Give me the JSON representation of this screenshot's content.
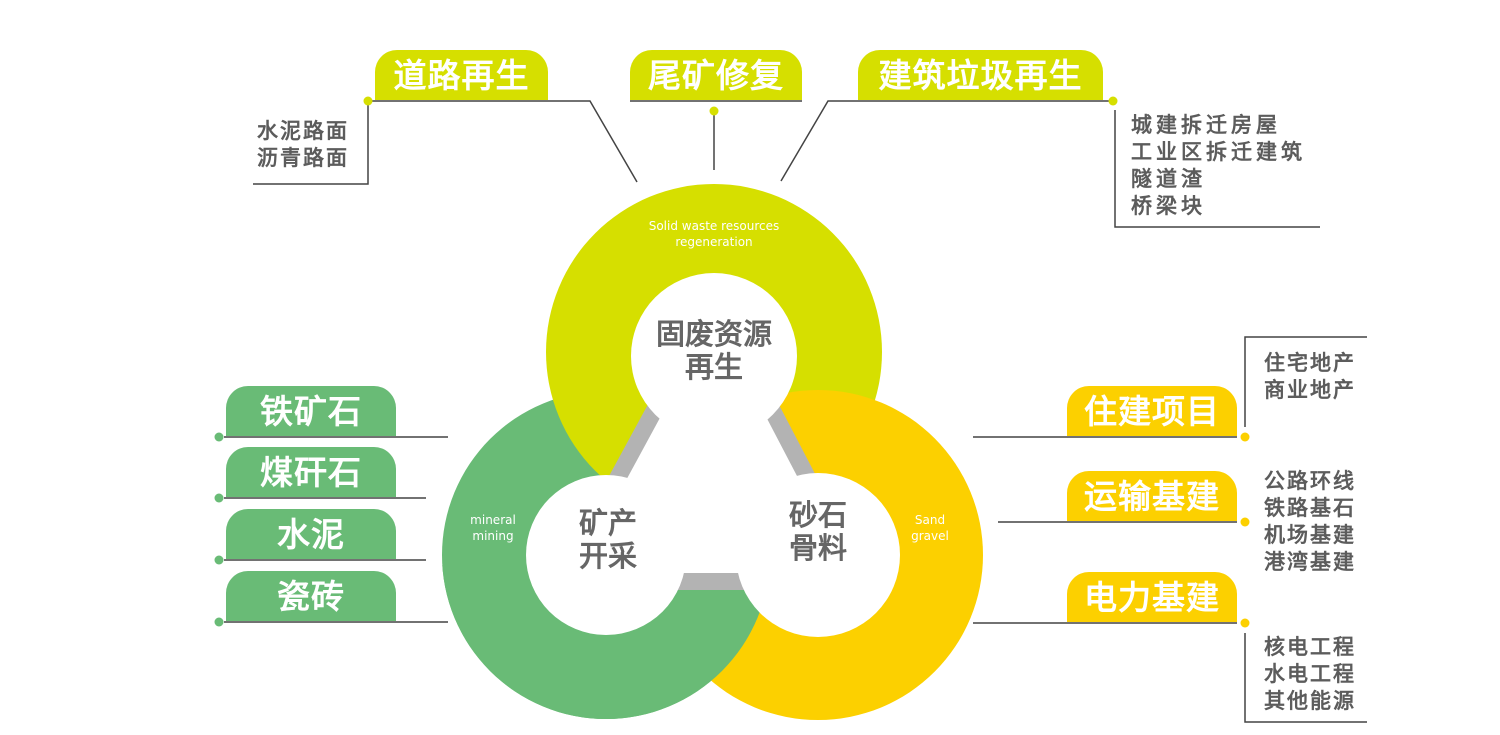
{
  "colors": {
    "lime": "#d6df00",
    "green": "#69bb76",
    "gold": "#fcd000",
    "connector": "#b3b3b3",
    "text": "#5c5c5c",
    "line": "#444444"
  },
  "rings": {
    "solid_waste": {
      "cn": "固废资源再生",
      "cn_line1": "固废资源",
      "cn_line2": "再生",
      "en_line1": "Solid waste resources",
      "en_line2": "regeneration"
    },
    "mineral": {
      "cn_line1": "矿产",
      "cn_line2": "开采",
      "en_line1": "mineral",
      "en_line2": "mining"
    },
    "sand": {
      "cn_line1": "砂石",
      "cn_line2": "骨料",
      "en_line1": "Sand",
      "en_line2": "gravel"
    }
  },
  "top_tabs": [
    {
      "label": "道路再生",
      "items": [
        "水泥路面",
        "沥青路面"
      ]
    },
    {
      "label": "尾矿修复",
      "items": []
    },
    {
      "label": "建筑垃圾再生",
      "items": [
        "城建拆迁房屋",
        "工业区拆迁建筑",
        "隧道渣",
        "桥梁块"
      ]
    }
  ],
  "left_tabs": [
    {
      "label": "铁矿石"
    },
    {
      "label": "煤矸石"
    },
    {
      "label": "水泥"
    },
    {
      "label": "瓷砖"
    }
  ],
  "right_tabs": [
    {
      "label": "住建项目",
      "items": [
        "住宅地产",
        "商业地产"
      ]
    },
    {
      "label": "运输基建",
      "items": [
        "公路环线",
        "铁路基石",
        "机场基建",
        "港湾基建"
      ]
    },
    {
      "label": "电力基建",
      "items": [
        "核电工程",
        "水电工程",
        "其他能源"
      ]
    }
  ]
}
